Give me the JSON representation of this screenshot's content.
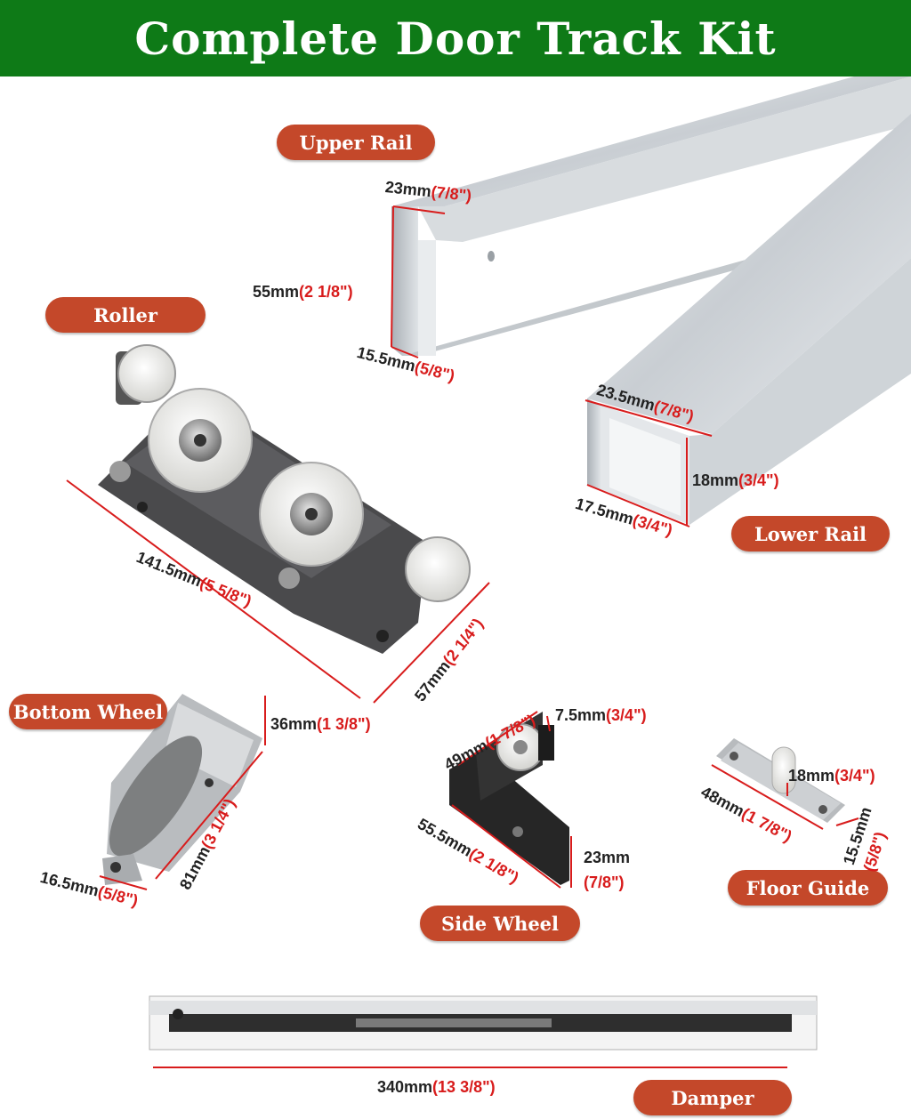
{
  "title": "Complete Door Track Kit",
  "colors": {
    "banner": "#0e7a17",
    "label_pill": "#c4482a",
    "dimension_line": "#d81c1c",
    "metric_text": "#222222",
    "imperial_text": "#d81c1c"
  },
  "labels": {
    "upper_rail": "Upper Rail",
    "lower_rail": "Lower Rail",
    "roller": "Roller",
    "bottom_wheel": "Bottom Wheel",
    "side_wheel": "Side Wheel",
    "floor_guide": "Floor Guide",
    "damper": "Damper"
  },
  "dimensions": {
    "upper_rail": {
      "width": {
        "mm": "23mm",
        "in": "(7/8\")"
      },
      "height": {
        "mm": "55mm",
        "in": "(2 1/8\")"
      },
      "depth": {
        "mm": "15.5mm",
        "in": "(5/8\")"
      }
    },
    "lower_rail": {
      "width": {
        "mm": "23.5mm",
        "in": "(7/8\")"
      },
      "height": {
        "mm": "18mm",
        "in": "(3/4\")"
      },
      "depth": {
        "mm": "17.5mm",
        "in": "(3/4\")"
      }
    },
    "roller": {
      "length": {
        "mm": "141.5mm",
        "in": "(5 5/8\")"
      },
      "width": {
        "mm": "57mm",
        "in": "(2 1/4\")"
      }
    },
    "bottom_wheel": {
      "height": {
        "mm": "36mm",
        "in": "(1 3/8\")"
      },
      "length": {
        "mm": "81mm",
        "in": "(3 1/4\")"
      },
      "width": {
        "mm": "16.5mm",
        "in": "(5/8\")"
      }
    },
    "side_wheel": {
      "top": {
        "mm": "49mm",
        "in": "(1 7/8\")"
      },
      "offset": {
        "mm": "7.5mm",
        "in": "(3/4\")"
      },
      "length": {
        "mm": "55.5mm",
        "in": "(2 1/8\")"
      },
      "height": {
        "mm": "23mm",
        "in": "(7/8\")"
      }
    },
    "floor_guide": {
      "height": {
        "mm": "18mm",
        "in": "(3/4\")"
      },
      "length": {
        "mm": "48mm",
        "in": "(1 7/8\")"
      },
      "width": {
        "mm": "15.5mm",
        "in": "(5/8\")"
      }
    },
    "damper": {
      "length": {
        "mm": "340mm",
        "in": "(13 3/8\")"
      }
    }
  }
}
